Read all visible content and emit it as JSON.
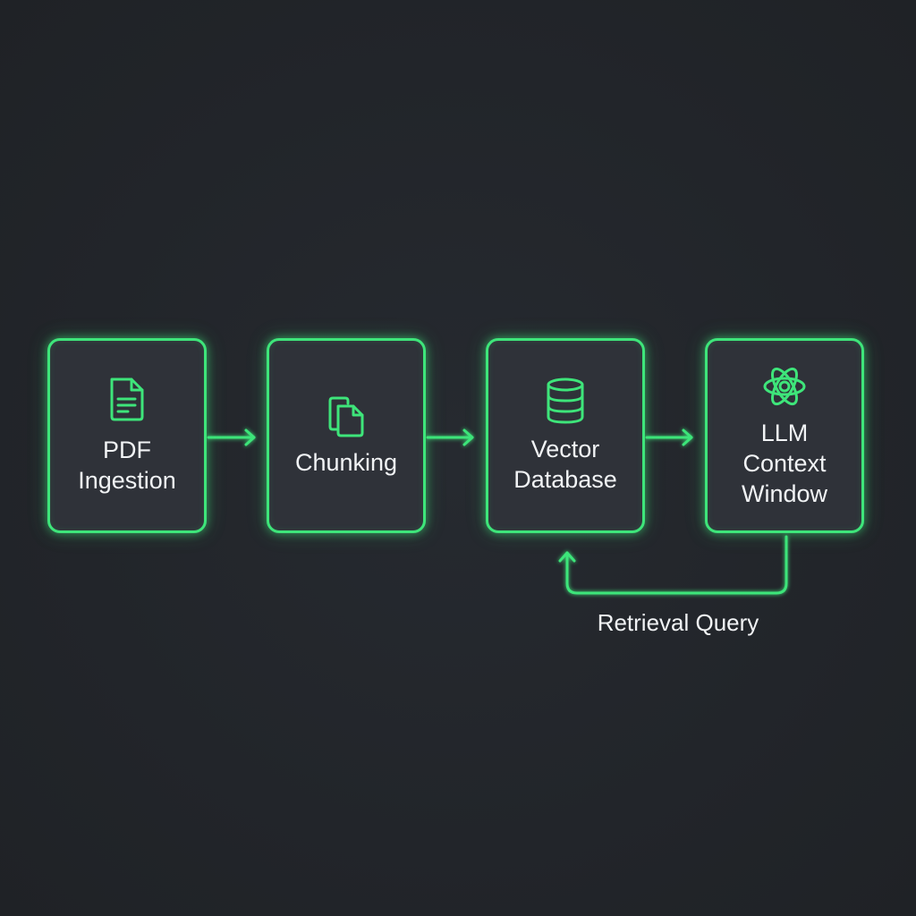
{
  "diagram": {
    "nodes": [
      {
        "label": "PDF\nIngestion",
        "icon": "document-icon"
      },
      {
        "label": "Chunking",
        "icon": "copy-pages-icon"
      },
      {
        "label": "Vector\nDatabase",
        "icon": "database-icon"
      },
      {
        "label": "LLM\nContext\nWindow",
        "icon": "llm-logo-icon"
      }
    ],
    "feedback_label": "Retrieval Query"
  },
  "colors": {
    "background": "#23262b",
    "node_fill": "#2f3239",
    "accent": "#3ee57a",
    "text": "#f1f3f5"
  }
}
